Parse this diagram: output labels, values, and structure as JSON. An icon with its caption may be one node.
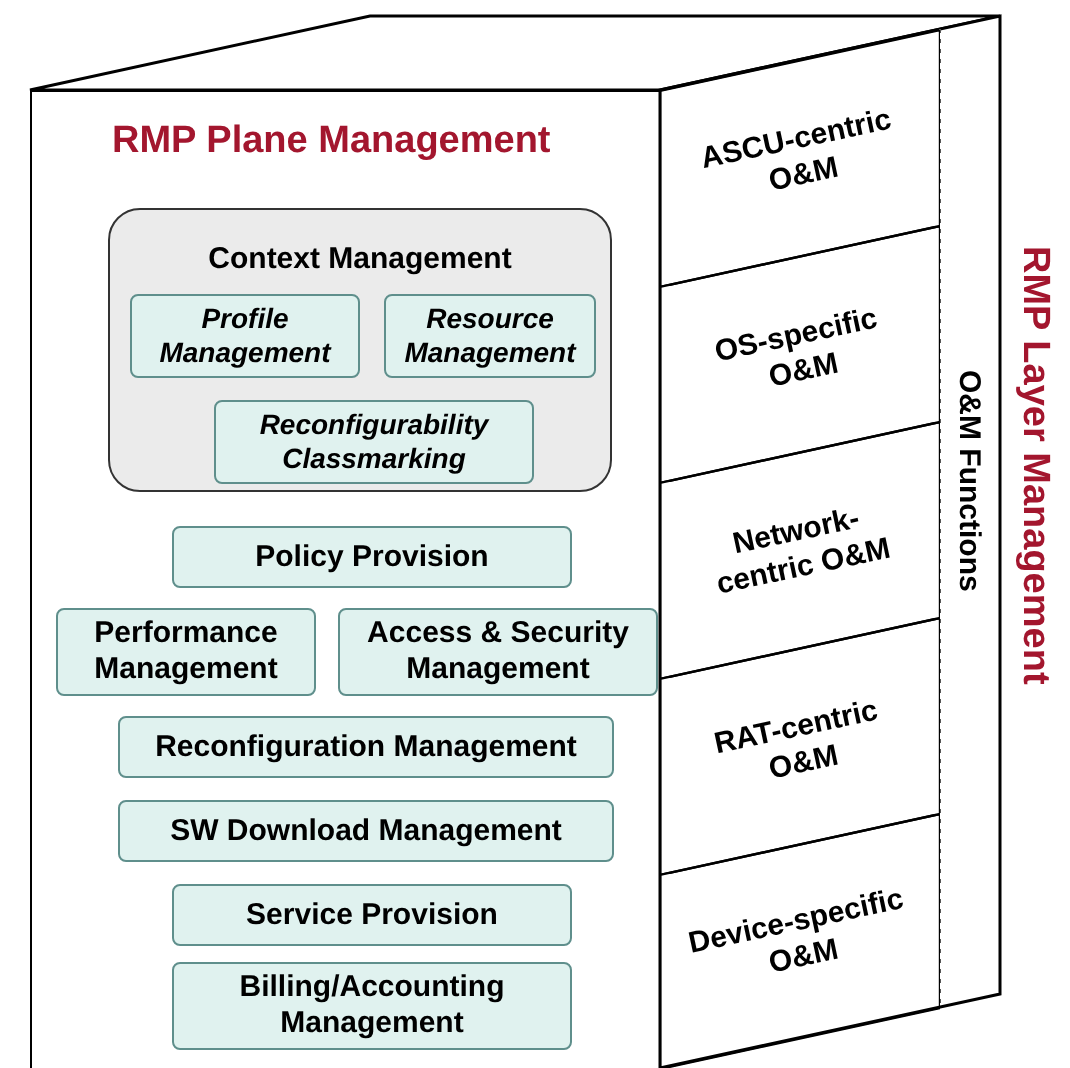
{
  "diagram": {
    "nodes": [
      {
        "text": [
          "RMP Plane Management"
        ]
      },
      {
        "text": [
          "Context Management"
        ],
        "in": 0
      },
      {
        "text": [
          "Profile Management"
        ],
        "in": 1
      },
      {
        "text": [
          "Resource Management"
        ],
        "in": 1
      },
      {
        "text": [
          "Reconfigurability Classmarking"
        ],
        "in": 1
      },
      {
        "text": [
          "Policy Provision"
        ],
        "in": 0
      },
      {
        "text": [
          "Performance Management"
        ],
        "in": 0
      },
      {
        "text": [
          "Access & Security Management"
        ],
        "in": 0
      },
      {
        "text": [
          "Reconfiguration Management"
        ],
        "in": 0
      },
      {
        "text": [
          "SW Download Management"
        ],
        "in": 0
      },
      {
        "text": [
          "Service Provision"
        ],
        "in": 0
      },
      {
        "text": [
          "Billing/Accounting Management"
        ],
        "in": 0
      },
      {
        "text": [
          "RMP Layer Management"
        ]
      },
      {
        "text": [
          "ASCU-centric O&M"
        ],
        "in": 12
      },
      {
        "text": [
          "OS-specific O&M"
        ],
        "in": 12
      },
      {
        "text": [
          "Network-centric O&M"
        ],
        "in": 12
      },
      {
        "text": [
          "RAT-centric O&M"
        ],
        "in": 12
      },
      {
        "text": [
          "Device-specific O&M"
        ],
        "in": 12
      },
      {
        "text": [
          "O&M Functions"
        ],
        "in": 12
      },
      {
        "text": [],
        "shape": "box"
      }
    ],
    "edges": []
  }
}
